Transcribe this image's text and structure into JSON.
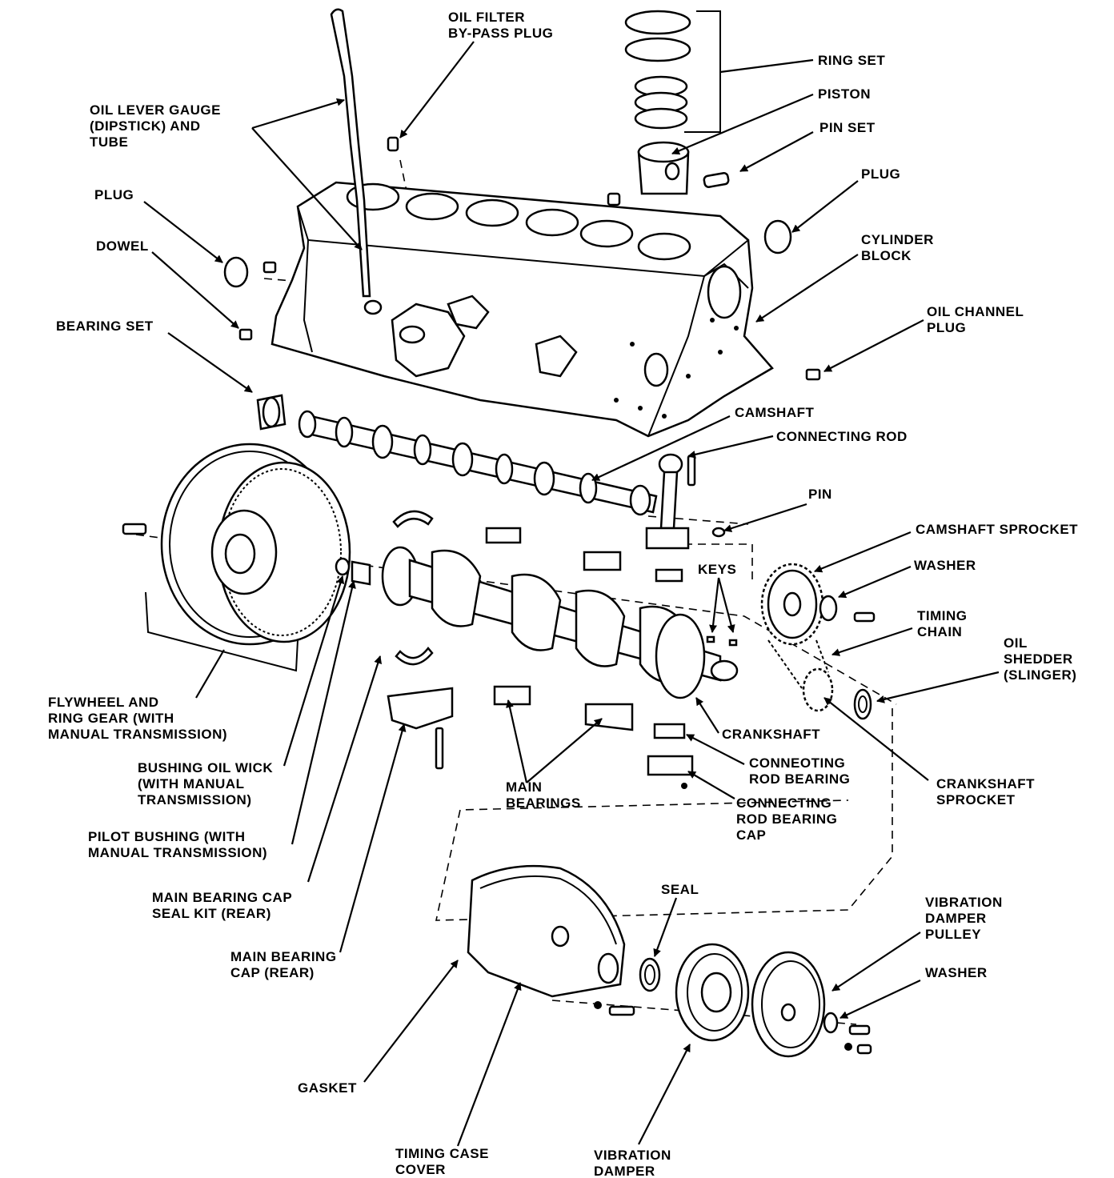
{
  "labels": {
    "oil_filter_bypass_plug": [
      "OIL FILTER",
      "BY-PASS PLUG"
    ],
    "oil_level_gauge": [
      "OIL LEVER GAUGE",
      "(DIPSTICK) AND",
      "TUBE"
    ],
    "plug_left": [
      "PLUG"
    ],
    "dowel": [
      "DOWEL"
    ],
    "bearing_set": [
      "BEARING SET"
    ],
    "ring_set": [
      "RING SET"
    ],
    "piston": [
      "PISTON"
    ],
    "pin_set": [
      "PIN SET"
    ],
    "plug_right": [
      "PLUG"
    ],
    "cylinder_block": [
      "CYLINDER",
      "BLOCK"
    ],
    "oil_channel_plug": [
      "OIL CHANNEL",
      "PLUG"
    ],
    "camshaft": [
      "CAMSHAFT"
    ],
    "connecting_rod": [
      "CONNECTING ROD"
    ],
    "pin": [
      "PIN"
    ],
    "camshaft_sprocket": [
      "CAMSHAFT SPROCKET"
    ],
    "keys": [
      "KEYS"
    ],
    "washer_upper": [
      "WASHER"
    ],
    "timing_chain": [
      "TIMING",
      "CHAIN"
    ],
    "oil_shedder": [
      "OIL",
      "SHEDDER",
      "(SLINGER)"
    ],
    "flywheel": [
      "FLYWHEEL AND",
      "RING GEAR (WITH",
      "MANUAL TRANSMISSION)"
    ],
    "crankshaft": [
      "CRANKSHAFT"
    ],
    "connecting_rod_bearing": [
      "CONNEOTING",
      "ROD BEARING"
    ],
    "crankshaft_sprocket": [
      "CRANKSHAFT",
      "SPROCKET"
    ],
    "bushing_oil_wick": [
      "BUSHING OIL WICK",
      "(WITH MANUAL",
      "TRANSMISSION)"
    ],
    "main_bearings": [
      "MAIN",
      "BEARINGS"
    ],
    "connecting_rod_bearing_cap": [
      "CONNECTING",
      "ROD BEARING",
      "CAP"
    ],
    "pilot_bushing": [
      "PILOT BUSHING (WITH",
      "MANUAL TRANSMISSION)"
    ],
    "main_bearing_cap_seal_kit": [
      "MAIN BEARING CAP",
      "SEAL KIT (REAR)"
    ],
    "seal": [
      "SEAL"
    ],
    "vibration_damper_pulley": [
      "VIBRATION",
      "DAMPER",
      "PULLEY"
    ],
    "main_bearing_cap_rear": [
      "MAIN BEARING",
      "CAP (REAR)"
    ],
    "washer_lower": [
      "WASHER"
    ],
    "gasket": [
      "GASKET"
    ],
    "timing_case_cover": [
      "TIMING CASE",
      "COVER"
    ],
    "vibration_damper": [
      "VIBRATION",
      "DAMPER"
    ]
  }
}
